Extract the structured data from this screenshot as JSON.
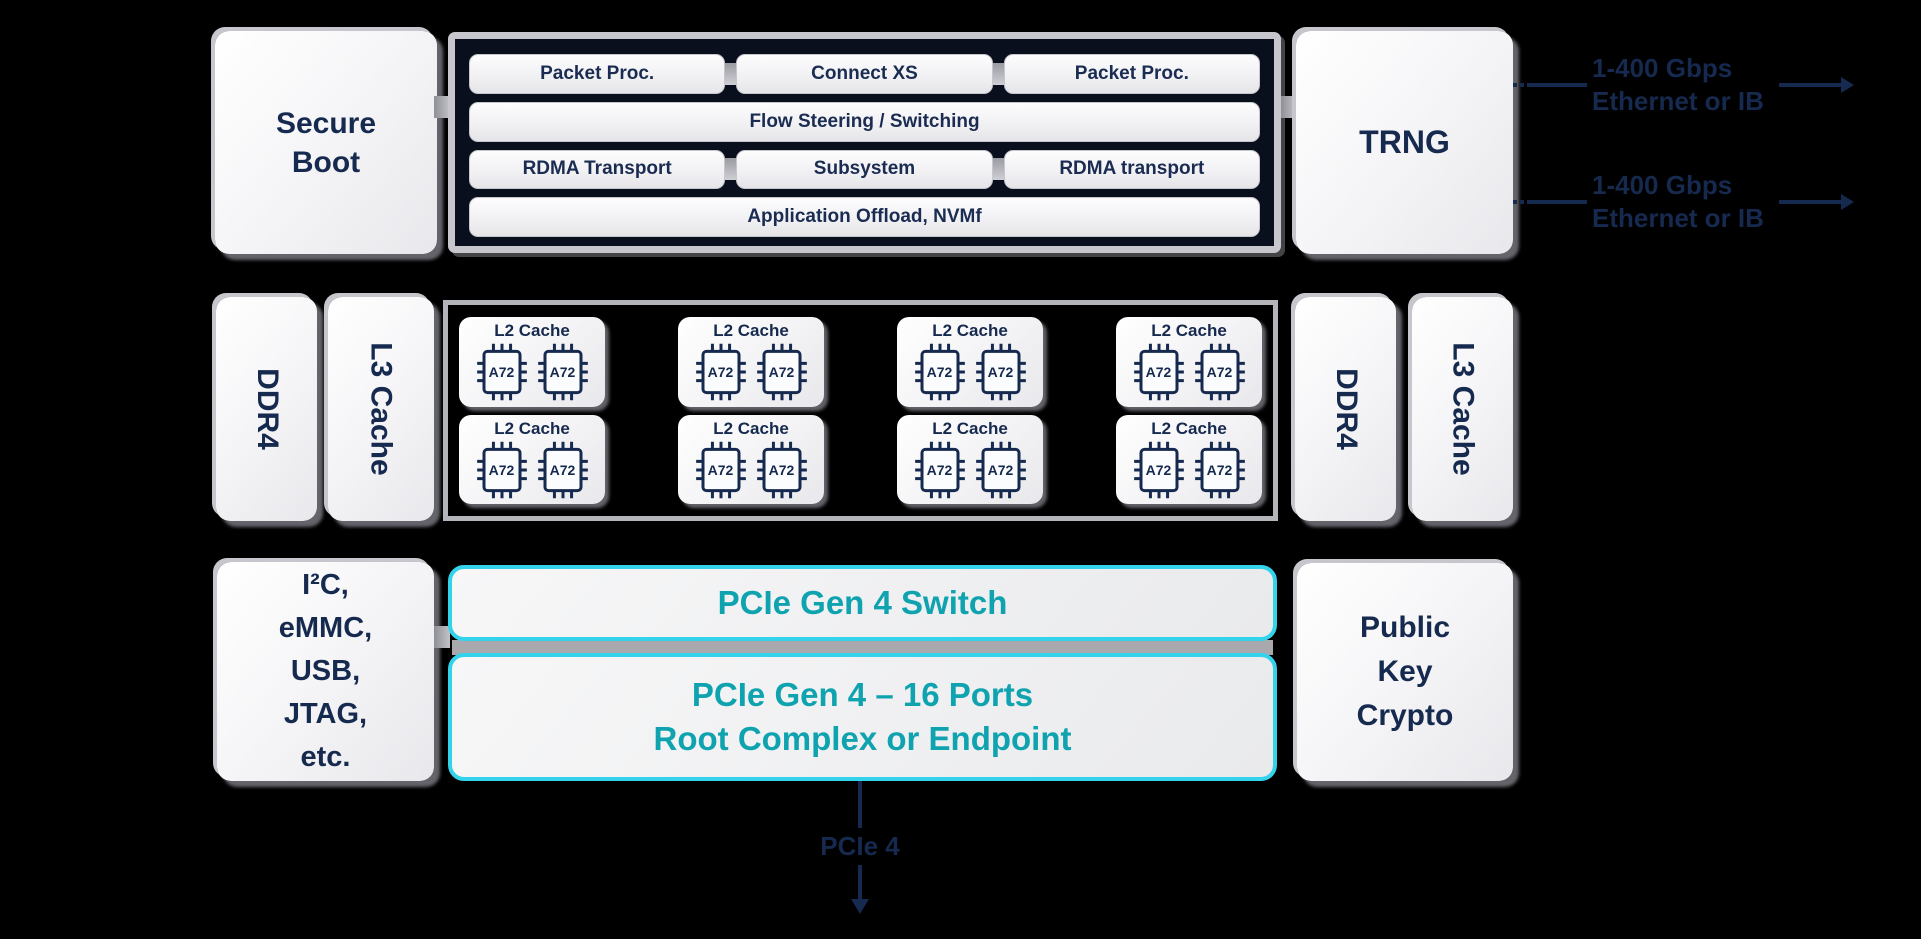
{
  "colors": {
    "background": "#000000",
    "navy_text": "#16294e",
    "nic_fill": "#0a0f1e",
    "panel_frame_gray": "#c6c6cc",
    "cluster_border_gray": "#b4b4bb",
    "cyan_border": "#34d3ec",
    "teal_text": "#0fa3b0"
  },
  "row1": {
    "secure_boot": {
      "line1": "Secure",
      "line2": "Boot"
    },
    "nic": {
      "row1": [
        "Packet Proc.",
        "Connect XS",
        "Packet Proc."
      ],
      "row2": "Flow Steering / Switching",
      "row3": [
        "RDMA Transport",
        "Subsystem",
        "RDMA transport"
      ],
      "row4": "Application Offload, NVMf"
    },
    "trng": "TRNG"
  },
  "eth": {
    "link1": {
      "line1": "1-400 Gbps",
      "line2": "Ethernet or IB"
    },
    "link2": {
      "line1": "1-400 Gbps",
      "line2": "Ethernet or IB"
    }
  },
  "row2": {
    "ddr4_left": "DDR4",
    "l3_left": "L3 Cache",
    "cpu": {
      "l2_cache": "L2 Cache",
      "core": "A72"
    },
    "ddr4_right": "DDR4",
    "l3_right": "L3 Cache"
  },
  "row3": {
    "io": {
      "lines": [
        "I²C,",
        "eMMC,",
        "USB,",
        "JTAG,",
        "etc."
      ]
    },
    "pcie_switch": "PCIe Gen 4 Switch",
    "pcie_ports": {
      "line1": "PCIe Gen 4 – 16 Ports",
      "line2": "Root Complex or Endpoint"
    },
    "public_key": {
      "line1": "Public",
      "line2": "Key",
      "line3": "Crypto"
    }
  },
  "bottom": {
    "pcie_label": "PCIe 4"
  }
}
